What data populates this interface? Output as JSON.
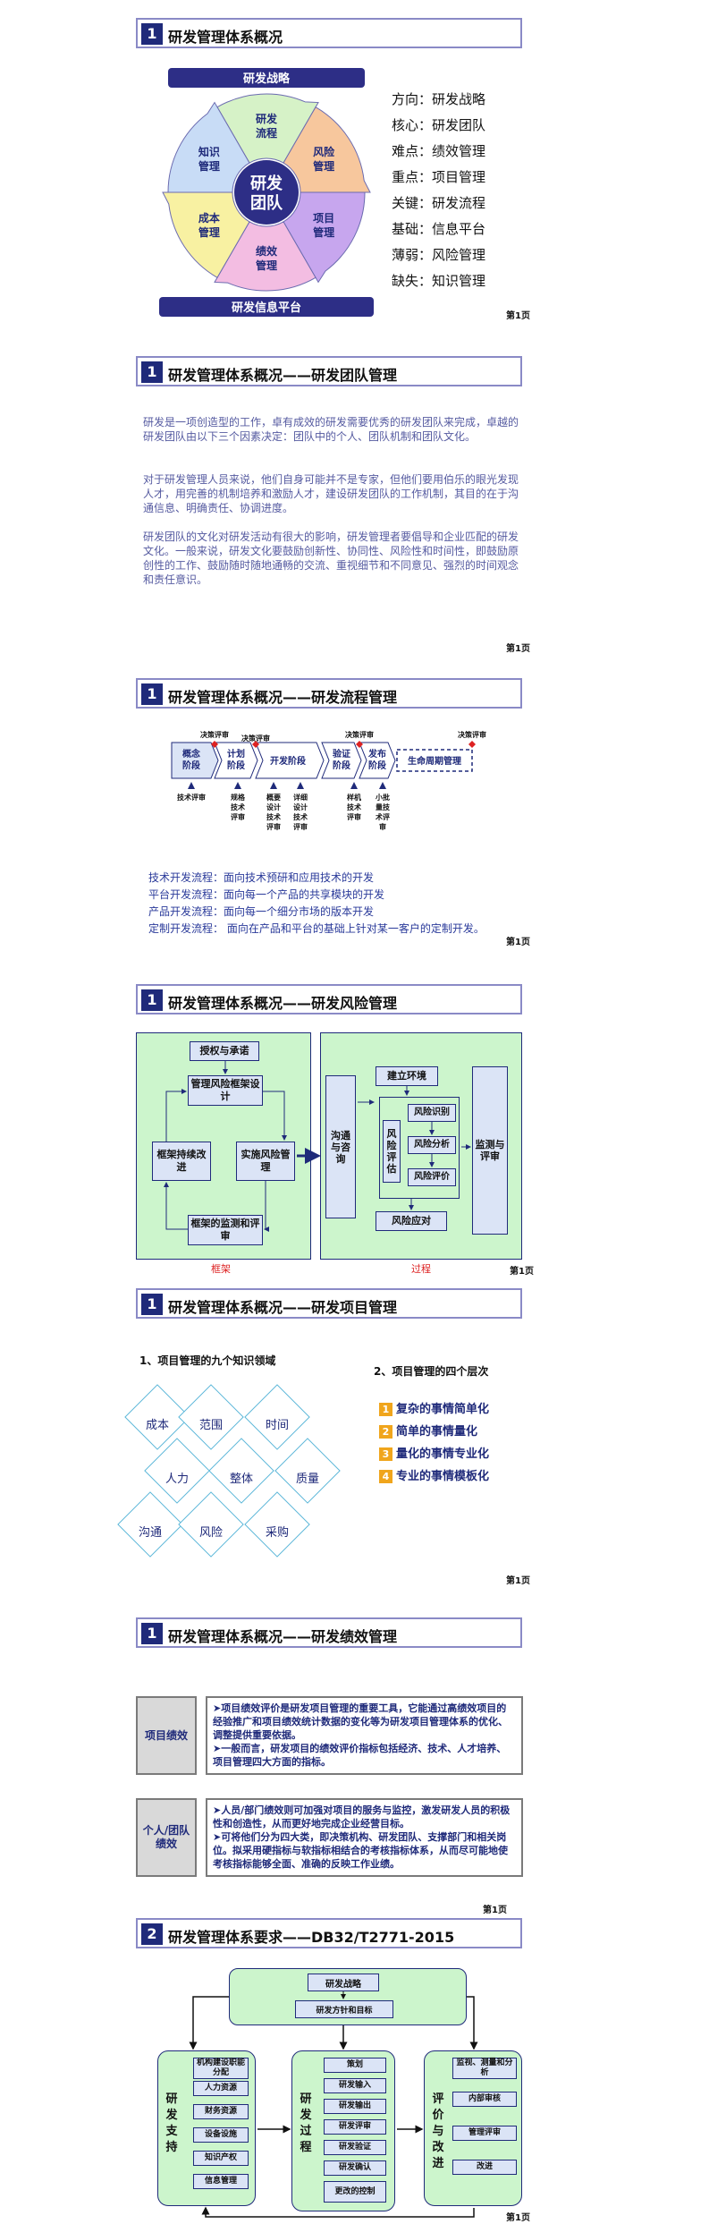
{
  "s1": {
    "num": "1",
    "title": "研发管理体系概况",
    "wheel": {
      "top_banner": "研发战略",
      "bottom_banner": "研发信息平台",
      "center": [
        "研发",
        "团队"
      ],
      "segments": [
        {
          "label": [
            "研发",
            "流程"
          ],
          "color": "#d6f2c7"
        },
        {
          "label": [
            "风险",
            "管理"
          ],
          "color": "#f7c79d"
        },
        {
          "label": [
            "项目",
            "管理"
          ],
          "color": "#c7a6ee"
        },
        {
          "label": [
            "绩效",
            "管理"
          ],
          "color": "#f3bde2"
        },
        {
          "label": [
            "成本",
            "管理"
          ],
          "color": "#f8f1a2"
        },
        {
          "label": [
            "知识",
            "管理"
          ],
          "color": "#c8dcf6"
        }
      ]
    },
    "list": [
      "方向：研发战略",
      "核心：研发团队",
      "难点：绩效管理",
      "重点：项目管理",
      "关键：研发流程",
      "基础：信息平台",
      "薄弱：风险管理",
      "缺失：知识管理"
    ],
    "page": "第1页"
  },
  "s2": {
    "num": "1",
    "title": "研发管理体系概况——研发团队管理",
    "paras": [
      "研发是一项创造型的工作，卓有成效的研发需要优秀的研发团队来完成，卓越的研发团队由以下三个因素决定：团队中的个人、团队机制和团队文化。",
      "对于研发管理人员来说，他们自身可能并不是专家，但他们要用伯乐的眼光发现人才，用完善的机制培养和激励人才，建设研发团队的工作机制，其目的在于沟通信息、明确责任、协调进度。",
      "研发团队的文化对研发活动有很大的影响，研发管理者要倡导和企业匹配的研发文化。一般来说，研发文化要鼓励创新性、协同性、风险性和时间性，即鼓励原创性的工作、鼓励随时随地通畅的交流、重视细节和不同意见、强烈的时间观念和责任意识。"
    ],
    "page": "第1页"
  },
  "s3": {
    "num": "1",
    "title": "研发管理体系概况——研发流程管理",
    "decision": "决策评审",
    "stages": [
      "概念阶段",
      "计划阶段",
      "开发阶段",
      "验证阶段",
      "发布阶段",
      "生命周期管理"
    ],
    "reviews": [
      "技术评审",
      "规格技术评审",
      "概要设计技术评审",
      "详细设计技术评审",
      "样机技术评审",
      "小批量技术评审"
    ],
    "lines": [
      "技术开发流程：面向技术预研和应用技术的开发",
      "平台开发流程：面向每一个产品的共享模块的开发",
      "产品开发流程：面向每一个细分市场的版本开发",
      "定制开发流程： 面向在产品和平台的基础上针对某一客户的定制开发。"
    ],
    "page": "第1页"
  },
  "s4": {
    "num": "1",
    "title": "研发管理体系概况——研发风险管理",
    "left": {
      "items": [
        "授权与承诺",
        "管理风险框架设计",
        "框架持续改进",
        "实施风险管理",
        "框架的监测和评审"
      ],
      "caption": "框架"
    },
    "right": {
      "items": [
        "沟通与咨询",
        "建立环境",
        "风险评估",
        "风险识别",
        "风险分析",
        "风险评价",
        "风险应对",
        "监测与评审"
      ],
      "caption": "过程"
    },
    "page": "第1页"
  },
  "s5": {
    "num": "1",
    "title": "研发管理体系概况——研发项目管理",
    "h1": "1、项目管理的九个知识领域",
    "h2": "2、项目管理的四个层次",
    "areas": [
      "成本",
      "范围",
      "时间",
      "人力",
      "整体",
      "质量",
      "沟通",
      "风险",
      "采购"
    ],
    "levels": [
      {
        "n": "1",
        "text": "复杂的事情简单化"
      },
      {
        "n": "2",
        "text": "简单的事情量化"
      },
      {
        "n": "3",
        "text": "量化的事情专业化"
      },
      {
        "n": "4",
        "text": "专业的事情模板化"
      }
    ],
    "page": "第1页"
  },
  "s6": {
    "num": "1",
    "title": "研发管理体系概况——研发绩效管理",
    "rows": [
      {
        "label": "项目绩效",
        "bullets": [
          "项目绩效评价是研发项目管理的重要工具，它能通过高绩效项目的经验推广和项目绩效统计数据的变化等为研发项目管理体系的优化、调整提供重要依据。",
          "一般而言，研发项目的绩效评价指标包括经济、技术、人才培养、项目管理四大方面的指标。"
        ]
      },
      {
        "label": "个人/团队绩效",
        "bullets": [
          "人员/部门绩效则可加强对项目的服务与监控，激发研发人员的积极性和创造性，从而更好地完成企业经营目标。",
          "可将他们分为四大类，即决策机构、研发团队、支撑部门和相关岗位。拟采用硬指标与软指标相结合的考核指标体系，从而尽可能地使考核指标能够全面、准确的反映工作业绩。"
        ]
      }
    ],
    "page": "第1页"
  },
  "s7": {
    "num": "2",
    "title": "研发管理体系要求——DB32/T2771-2015",
    "top": [
      "研发战略",
      "研发方针和目标"
    ],
    "left": {
      "title": [
        "研",
        "发",
        "支",
        "持"
      ],
      "items": [
        "机构建设职能分配",
        "人力资源",
        "财务资源",
        "设备设施",
        "知识产权",
        "信息管理"
      ]
    },
    "mid": {
      "title": [
        "研",
        "发",
        "过",
        "程"
      ],
      "items": [
        "策划",
        "研发输入",
        "研发输出",
        "研发评审",
        "研发验证",
        "研发确认",
        "更改的控制"
      ]
    },
    "right": {
      "title": [
        "评",
        "价",
        "与",
        "改",
        "进"
      ],
      "items": [
        "监视、测量和分析",
        "内部审核",
        "管理评审",
        "改进"
      ]
    },
    "page": "第1页"
  }
}
